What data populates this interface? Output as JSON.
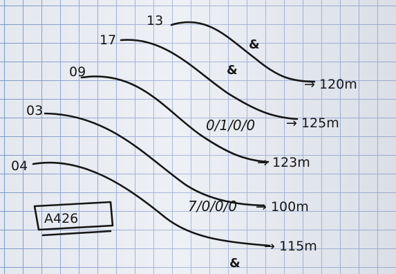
{
  "wires": [
    {
      "label": "13",
      "end_label": "→ 120m",
      "mark": "&",
      "note": ""
    },
    {
      "label": "17",
      "end_label": "→ 125m",
      "mark": "&",
      "note": ""
    },
    {
      "label": "09",
      "end_label": "→ 123m",
      "mark": "",
      "note": "0/1/0/0"
    },
    {
      "label": "03",
      "end_label": "→ 100m",
      "mark": "",
      "note": "7/0/0/0"
    },
    {
      "label": "04",
      "end_label": "→ 115m",
      "mark": "&",
      "note": ""
    }
  ],
  "box_label": "A426",
  "colors": {
    "ink": "#161616",
    "grid": "#7d96c8",
    "paper": "#e4e8ef"
  }
}
